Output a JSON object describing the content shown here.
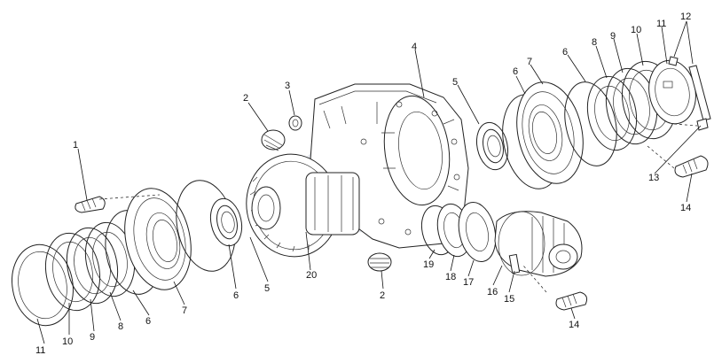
{
  "diagram": {
    "callouts": [
      {
        "id": "c1",
        "label": "1"
      },
      {
        "id": "c2a",
        "label": "2"
      },
      {
        "id": "c2b",
        "label": "2"
      },
      {
        "id": "c3",
        "label": "3"
      },
      {
        "id": "c4",
        "label": "4"
      },
      {
        "id": "c5a",
        "label": "5"
      },
      {
        "id": "c5b",
        "label": "5"
      },
      {
        "id": "c6a",
        "label": "6"
      },
      {
        "id": "c6b",
        "label": "6"
      },
      {
        "id": "c6c",
        "label": "6"
      },
      {
        "id": "c6d",
        "label": "6"
      },
      {
        "id": "c7a",
        "label": "7"
      },
      {
        "id": "c7b",
        "label": "7"
      },
      {
        "id": "c8a",
        "label": "8"
      },
      {
        "id": "c8b",
        "label": "8"
      },
      {
        "id": "c9a",
        "label": "9"
      },
      {
        "id": "c9b",
        "label": "9"
      },
      {
        "id": "c10a",
        "label": "10"
      },
      {
        "id": "c10b",
        "label": "10"
      },
      {
        "id": "c11a",
        "label": "11"
      },
      {
        "id": "c11b",
        "label": "11"
      },
      {
        "id": "c12",
        "label": "12"
      },
      {
        "id": "c13",
        "label": "13"
      },
      {
        "id": "c14a",
        "label": "14"
      },
      {
        "id": "c14b",
        "label": "14"
      },
      {
        "id": "c15",
        "label": "15"
      },
      {
        "id": "c16",
        "label": "16"
      },
      {
        "id": "c17",
        "label": "17"
      },
      {
        "id": "c18",
        "label": "18"
      },
      {
        "id": "c19",
        "label": "19"
      },
      {
        "id": "c20",
        "label": "20"
      }
    ]
  }
}
